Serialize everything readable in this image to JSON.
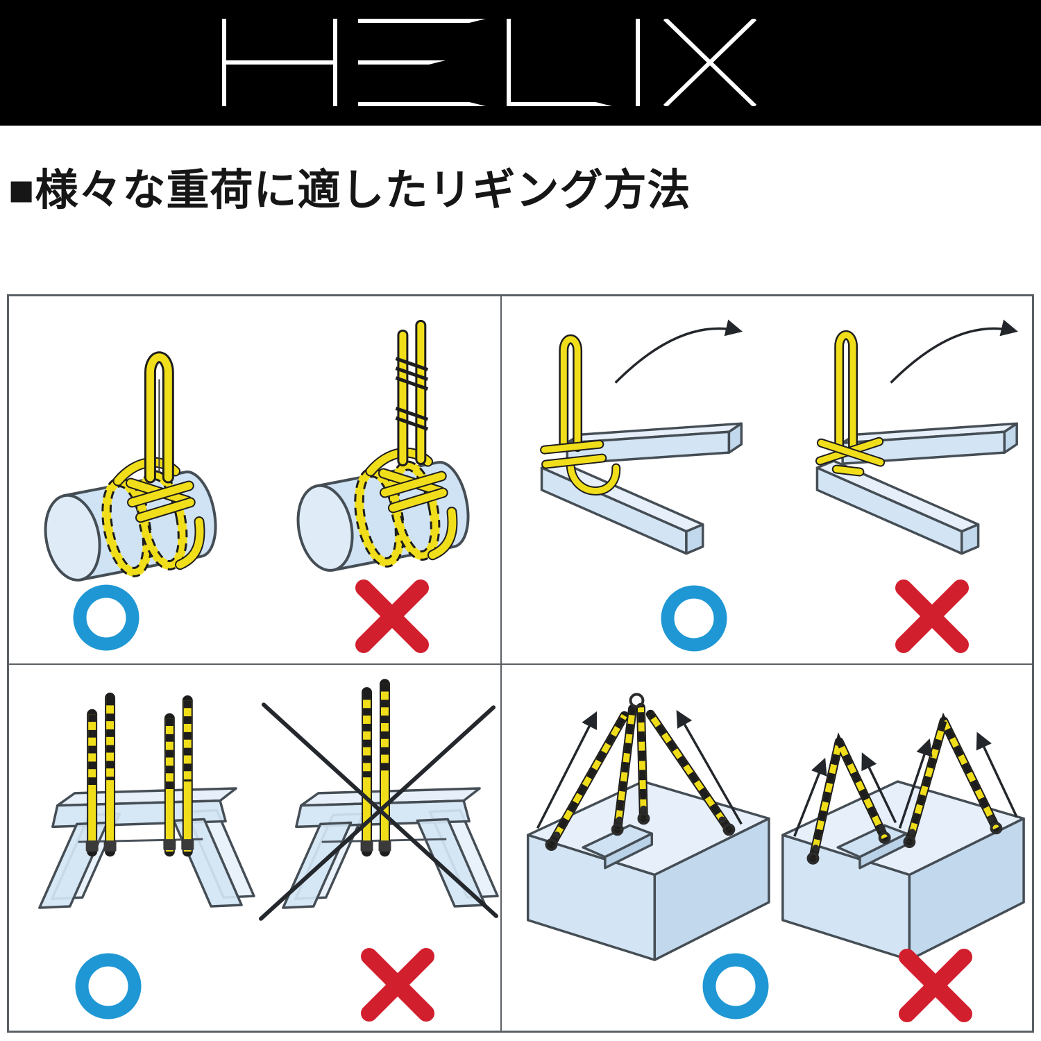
{
  "banner": {
    "logo_text": "HELIX"
  },
  "heading": {
    "text": "■様々な重荷に適したリギング方法"
  },
  "grid": {
    "cells": [
      {
        "name": "cylinder-choker-wrap",
        "correct_mark": "○",
        "incorrect_mark": "×"
      },
      {
        "name": "corner-choker-hitch",
        "correct_mark": "○",
        "incorrect_mark": "×"
      },
      {
        "name": "bench-vertical-slings",
        "correct_mark": "○",
        "incorrect_mark": "×"
      },
      {
        "name": "multi-leg-block-lift",
        "correct_mark": "○",
        "incorrect_mark": "×"
      }
    ]
  },
  "colors": {
    "banner_bg": "#000000",
    "logo": "#ffffff",
    "heading_text": "#161616",
    "grid_line": "#5b6065",
    "load_fill": "#d3e5f4",
    "sling_yellow": "#f1de1b",
    "correct_blue": "#1f97d4",
    "incorrect_red": "#d21f2e"
  }
}
